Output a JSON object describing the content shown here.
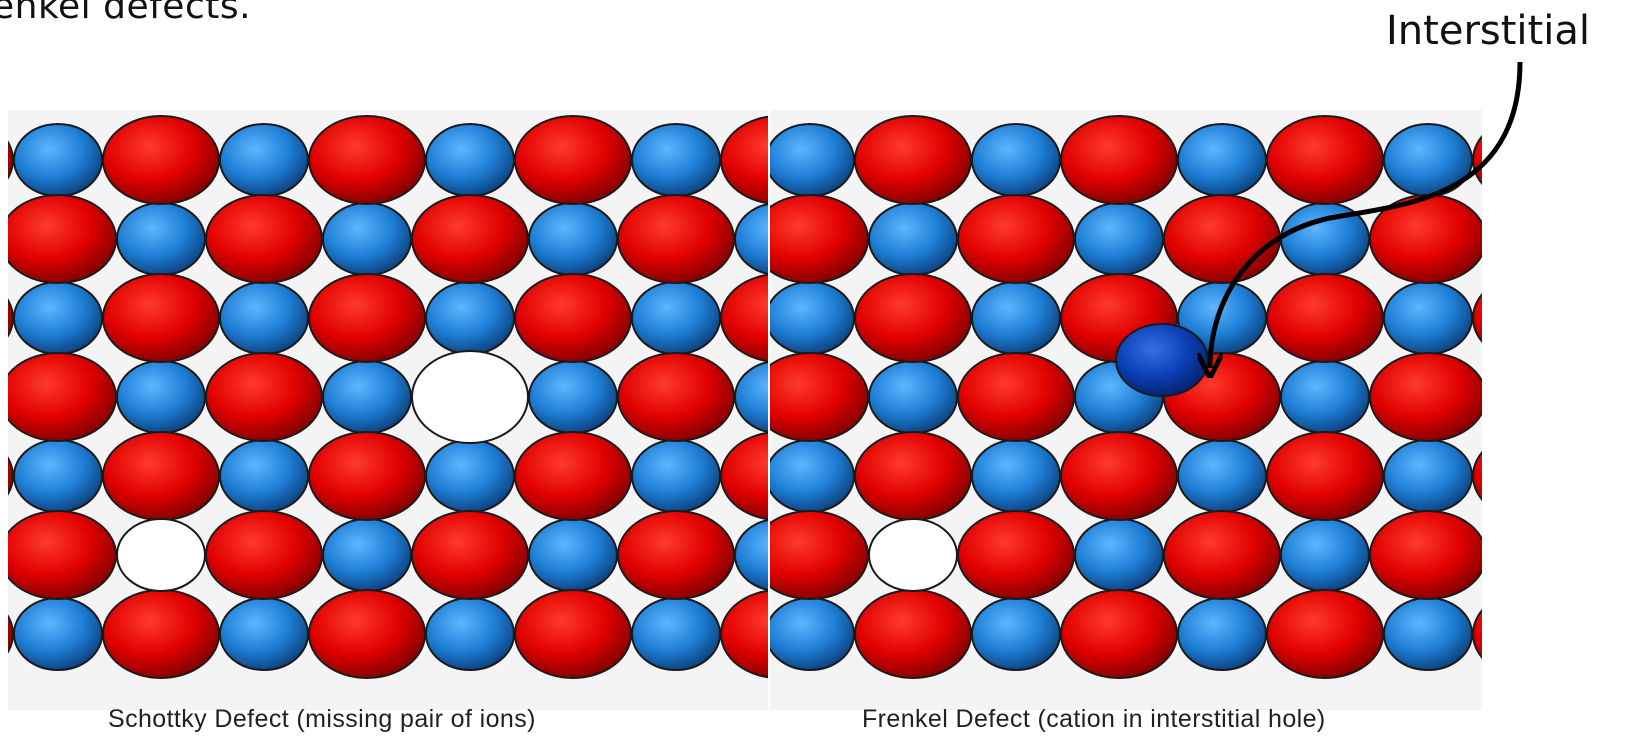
{
  "intro_text_fragment": "enkel defects.",
  "annotation": {
    "label": "Interstitial"
  },
  "panels": [
    {
      "caption": "Schottky Defect (missing pair of ions)",
      "defect": "schottky"
    },
    {
      "caption": "Frenkel Defect (cation in interstitial hole)",
      "defect": "frenkel"
    }
  ],
  "colors": {
    "anion": "#e00000",
    "cation": "#1e7fd6",
    "interstitial_cation": "#0a3fb5",
    "vacancy": "#ffffff",
    "outline": "#1a1a1a",
    "arrow": "#000000"
  },
  "icons": {
    "arrow": "curved-arrow-icon"
  }
}
